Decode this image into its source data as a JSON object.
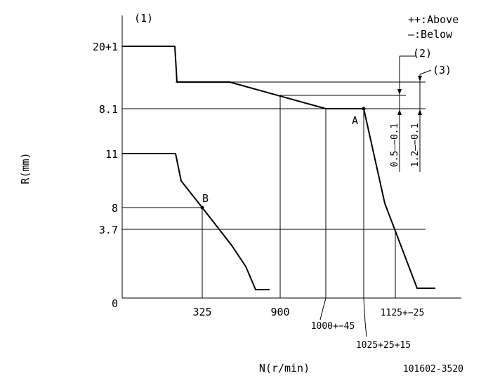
{
  "labels": {
    "note1": "(1)",
    "note2": "(2)",
    "note3": "(3)",
    "legend_above": "++:Above",
    "legend_below": "—:Below",
    "y_axis": "R(mm)",
    "x_axis": "N(r/min)",
    "drawing_no": "101602-3520",
    "point_a": "A",
    "point_b": "B",
    "tol_2": "0.5—−0.1",
    "tol_3": "1.2—−0.1"
  },
  "y_ticks": {
    "t20": "20+1",
    "t81": "8.1",
    "t11": "11",
    "t8": "8",
    "t37": "3.7",
    "t0": "0"
  },
  "x_ticks": {
    "t325": "325",
    "t900": "900",
    "t1000": "1000+−45",
    "t1025": "1025+25+15",
    "t1125": "1125+−25"
  }
}
